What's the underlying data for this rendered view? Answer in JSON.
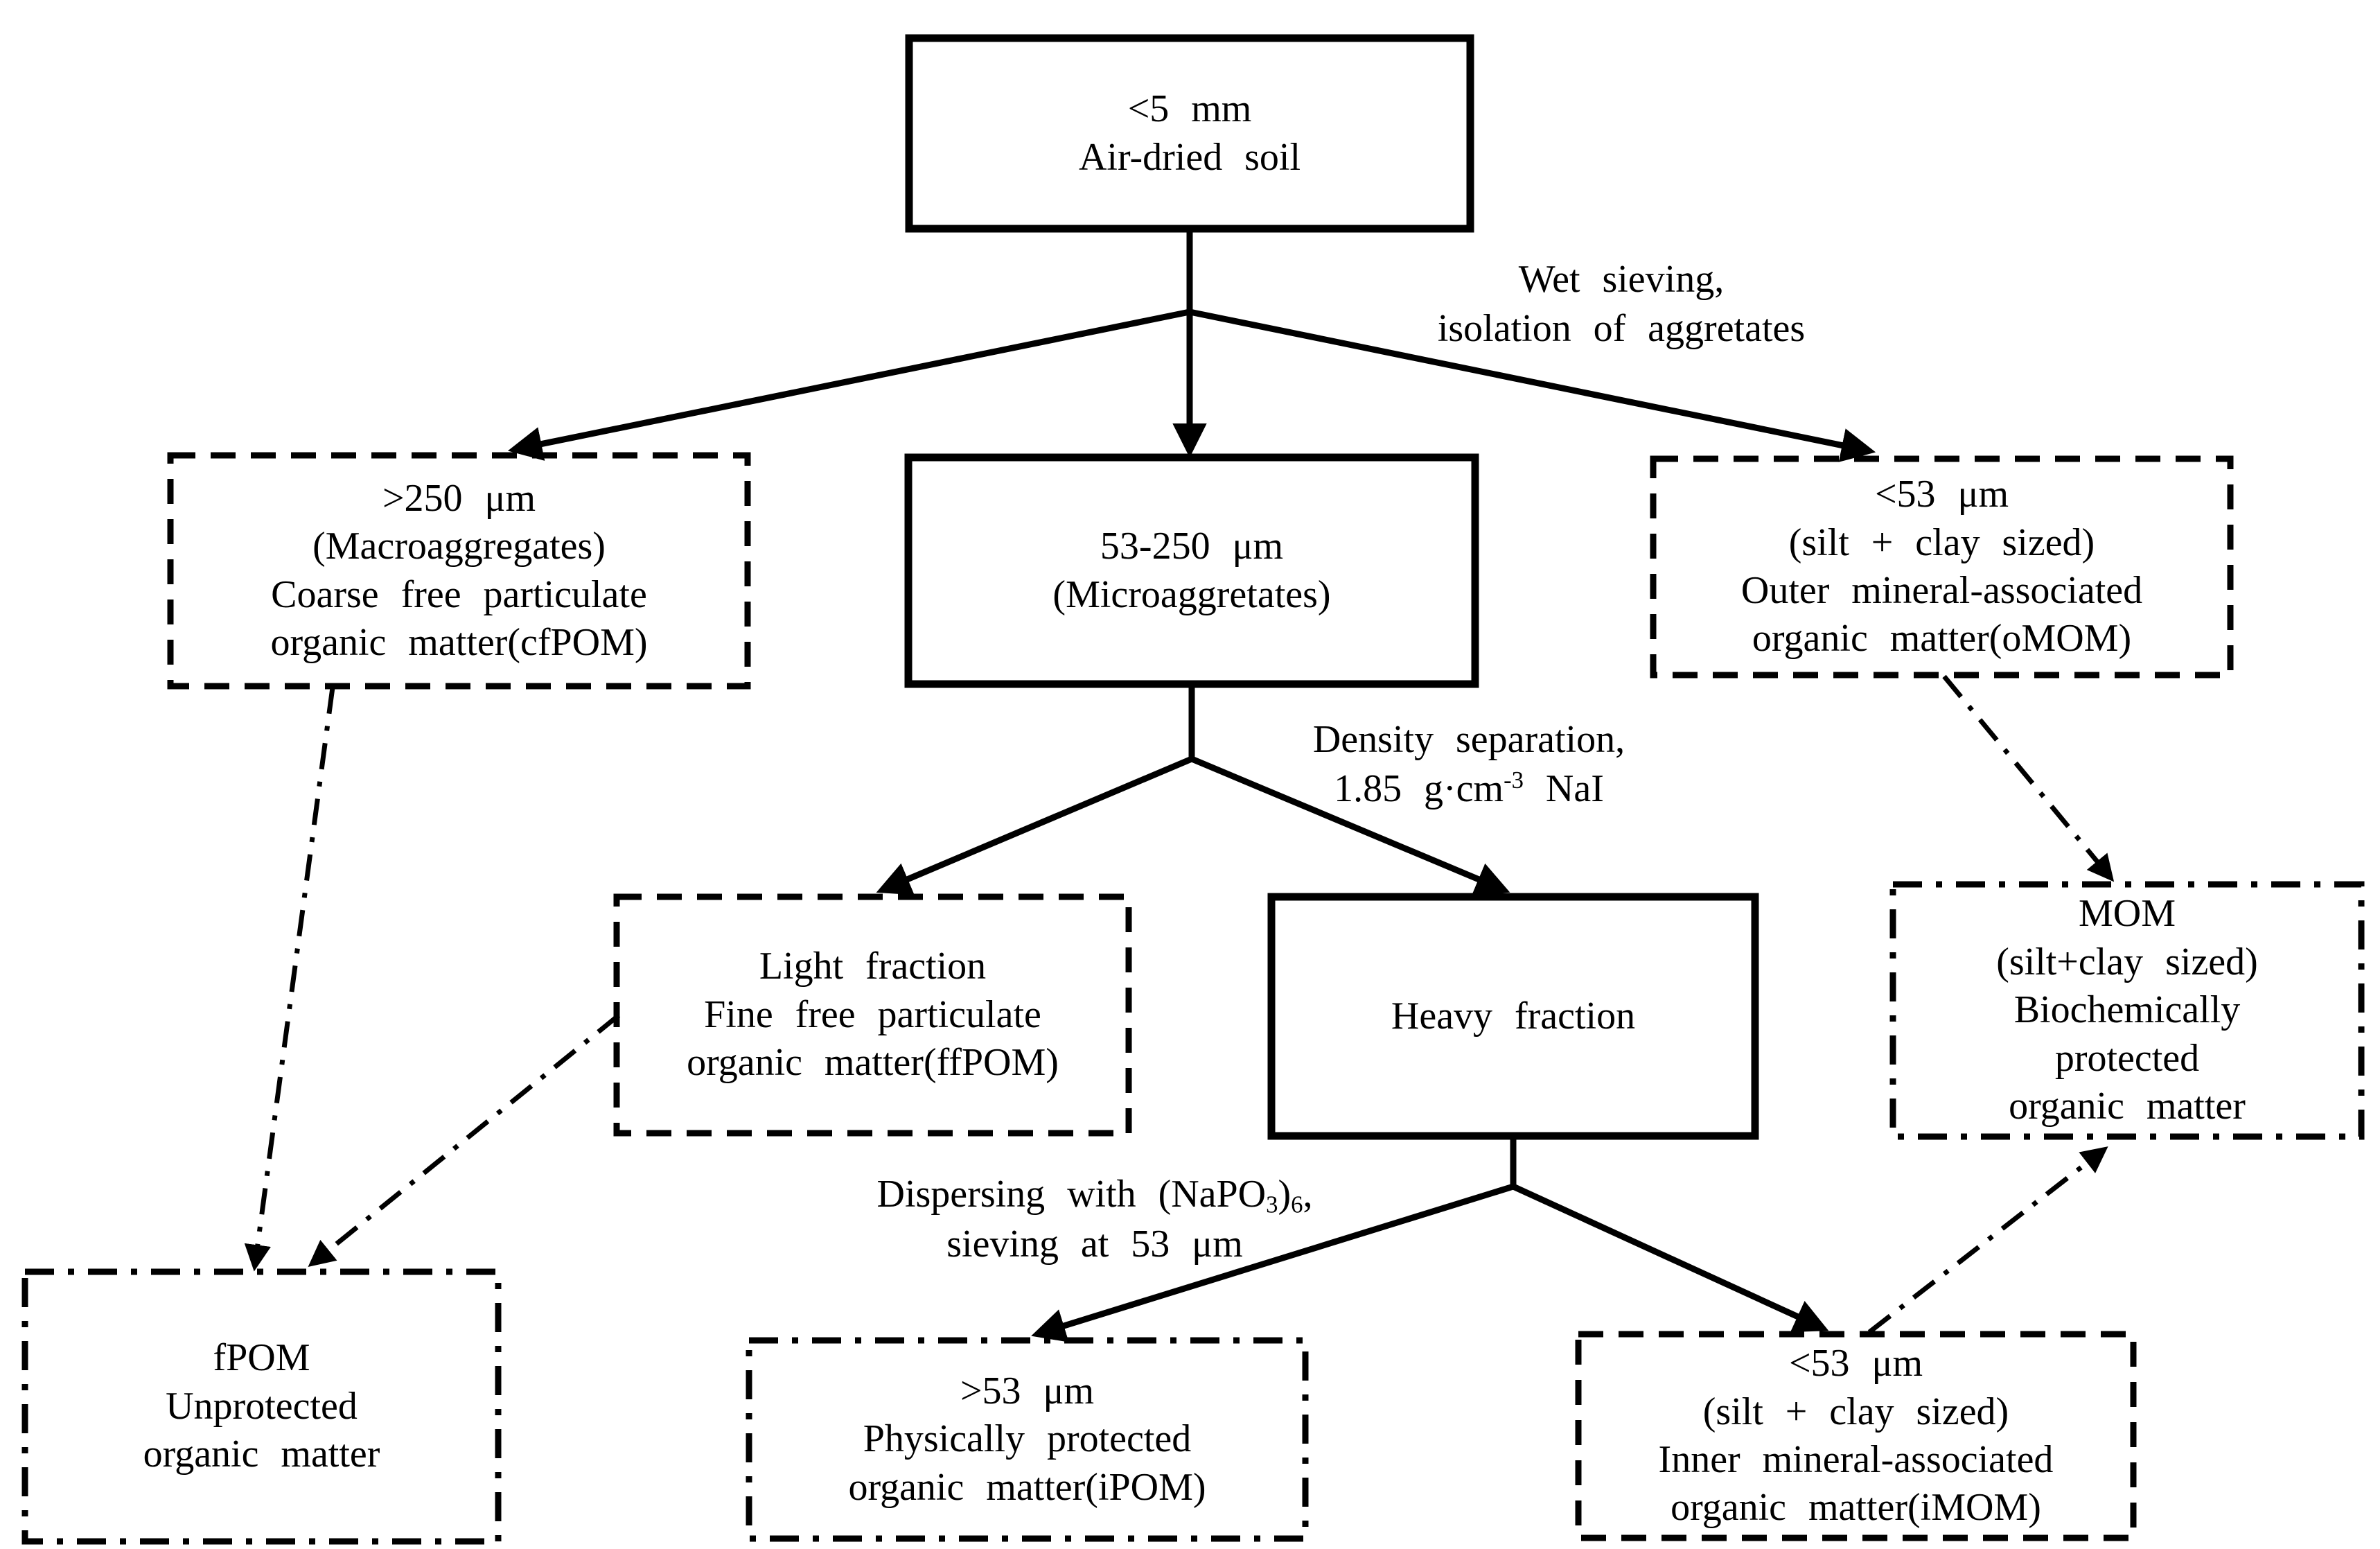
{
  "canvas": {
    "background": "#ffffff",
    "line_color": "#000000"
  },
  "nodes": {
    "soil": {
      "border": "solid",
      "lines": [
        "<5 mm",
        "Air-dried soil"
      ]
    },
    "cfpom": {
      "border": "dashed",
      "lines": [
        ">250 μm",
        "(Macroaggregates)",
        "Coarse free particulate",
        "organic matter(cfPOM)"
      ]
    },
    "micro": {
      "border": "solid",
      "lines": [
        "53-250 μm",
        "(Microaggretates)"
      ]
    },
    "omom": {
      "border": "dashed",
      "lines": [
        "<53 μm",
        "(silt + clay sized)",
        "Outer mineral-associated",
        "organic matter(oMOM)"
      ]
    },
    "ffpom": {
      "border": "dashed",
      "lines": [
        "Light fraction",
        "Fine free particulate",
        "organic matter(ffPOM)"
      ]
    },
    "heavy": {
      "border": "solid",
      "lines": [
        "Heavy fraction"
      ]
    },
    "mom": {
      "border": "dash-dot",
      "lines": [
        "MOM",
        "(silt+clay sized)",
        "Biochemically",
        "protected",
        "organic matter"
      ]
    },
    "fpom": {
      "border": "dash-dot",
      "lines": [
        "fPOM",
        "Unprotected",
        "organic matter"
      ]
    },
    "ipom": {
      "border": "dash-dot",
      "lines": [
        ">53 μm",
        "Physically protected",
        "organic matter(iPOM)"
      ]
    },
    "imom": {
      "border": "dashed",
      "lines": [
        "<53 μm",
        "(silt + clay sized)",
        "Inner mineral-associated",
        "organic matter(iMOM)"
      ]
    }
  },
  "labels": {
    "wet_sieving": {
      "line1": "Wet sieving,",
      "line2": "isolation of aggretates"
    },
    "density": {
      "line1": "Density separation,",
      "line2_pre": "1.85 g·cm",
      "line2_sup": "-3",
      "line2_post": " NaI"
    },
    "dispersing": {
      "line1_pre": "Dispersing with (NaPO",
      "line1_sub1": "3",
      "line1_mid": ")",
      "line1_sub2": "6",
      "line1_post": ",",
      "line2": "sieving at 53 μm"
    }
  }
}
